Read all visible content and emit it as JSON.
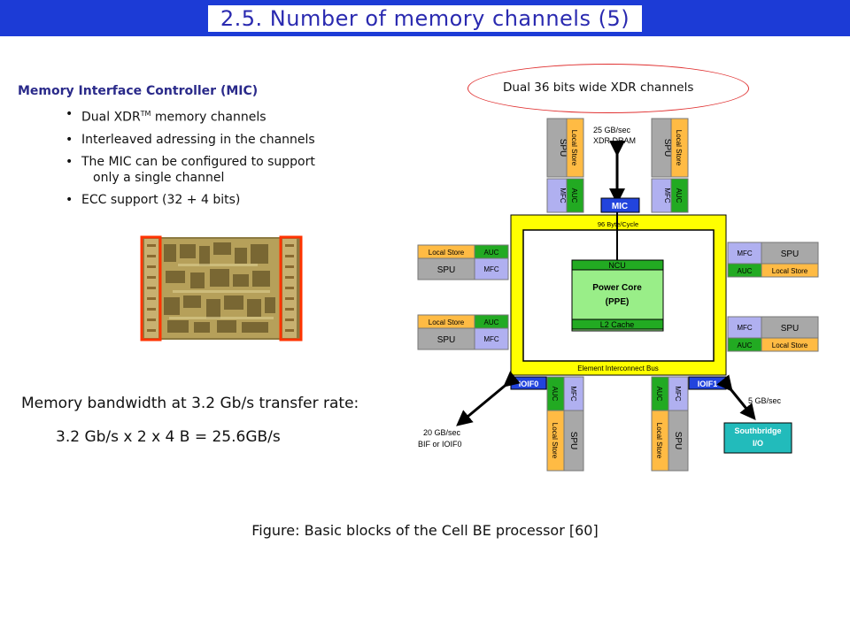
{
  "title": "2.5. Number of memory channels (5)",
  "mic": {
    "heading": "Memory Interface Controller (MIC)",
    "bullet1_prefix": "Dual XDR",
    "bullet1_sup": "TM",
    "bullet1_suffix": " memory channels",
    "bullet2": "Interleaved adressing in the channels",
    "bullet3_line1": "The MIC can be configured to support",
    "bullet3_line2": "only a single channel",
    "bullet4": "ECC support (32 + 4 bits)"
  },
  "bandwidth": {
    "label": "Memory bandwidth at 3.2 Gb/s transfer rate:",
    "formula": "3.2 Gb/s x 2 x 4 B = 25.6GB/s"
  },
  "caption": "Figure: Basic blocks of the Cell BE processor [60]",
  "callout": "Dual 36 bits wide XDR channels",
  "diagram": {
    "xdr_rate": "25 GB/sec",
    "xdr_label": "XDR DRAM",
    "mic": "MIC",
    "ring_top": "96 Byte/Cycle",
    "eib": "Element Interconnect Bus",
    "ncu": "NCU",
    "ppe_line1": "Power Core",
    "ppe_line2": "(PPE)",
    "l2": "L2 Cache",
    "spu": "SPU",
    "local_store": "Local Store",
    "mfc": "MFC",
    "auc": "AUC",
    "ioif0": "IOIF0",
    "ioif1": "IOIF1",
    "southbridge_line1": "Southbridge",
    "southbridge_line2": "I/O",
    "rate_left_line1": "20 GB/sec",
    "rate_left_line2": "BIF or IOIF0",
    "rate_right": "5 GB/sec"
  },
  "colors": {
    "title_bar": "#1c3bd6",
    "title_text": "#2a2ab0",
    "eib_yellow": "#ffff00",
    "ppe_green": "#99ee88",
    "mic_blue": "#2244dd",
    "spu_gray": "#a8a8a8",
    "local_store_orange": "#ffbb44",
    "mfc_lavender": "#b0b0f0",
    "auc_green": "#22aa22",
    "southbridge_teal": "#22bbbb"
  }
}
